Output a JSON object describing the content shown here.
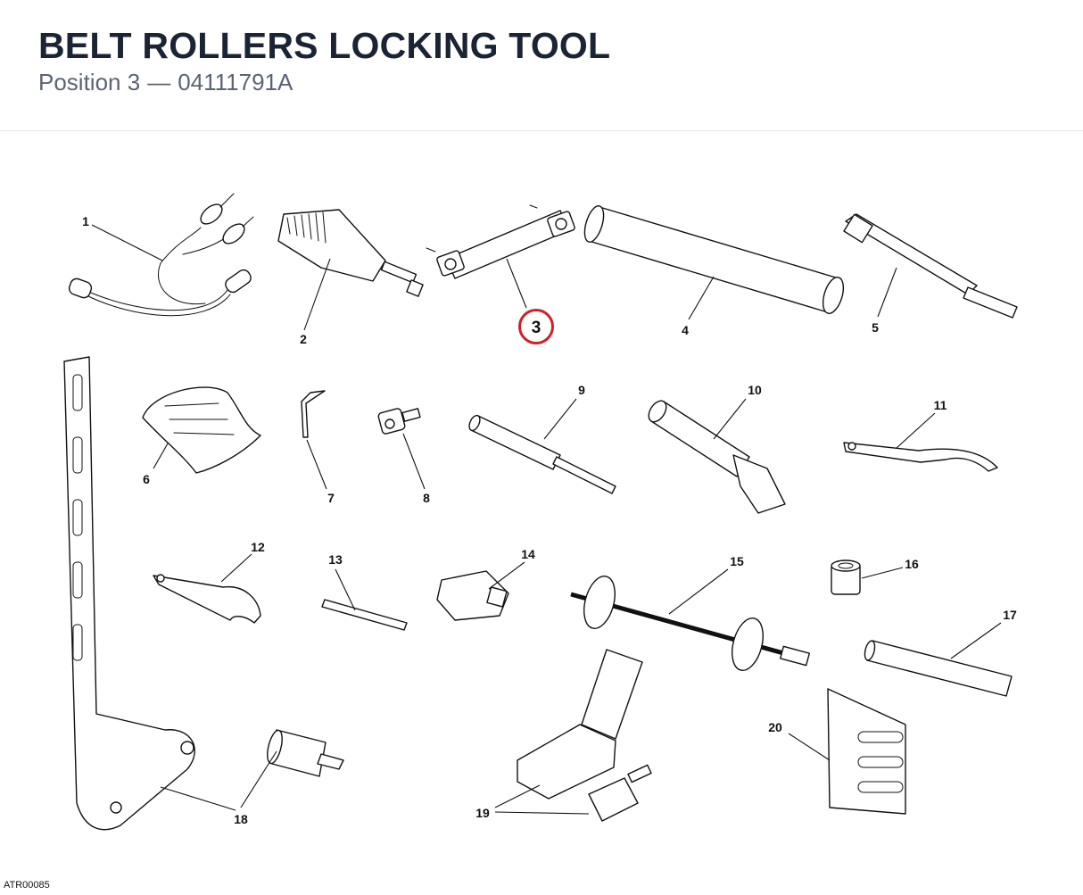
{
  "header": {
    "title": "BELT ROLLERS LOCKING TOOL",
    "position_label": "Position 3",
    "separator": "—",
    "part_number": "04111791A"
  },
  "diagram": {
    "callouts": [
      "1",
      "2",
      "3",
      "4",
      "5",
      "6",
      "7",
      "8",
      "9",
      "10",
      "11",
      "12",
      "13",
      "14",
      "15",
      "16",
      "17",
      "18",
      "19",
      "20"
    ],
    "highlighted_callout": "3",
    "highlight_color": "#d0202a"
  },
  "footer": {
    "code": "ATR00085"
  }
}
